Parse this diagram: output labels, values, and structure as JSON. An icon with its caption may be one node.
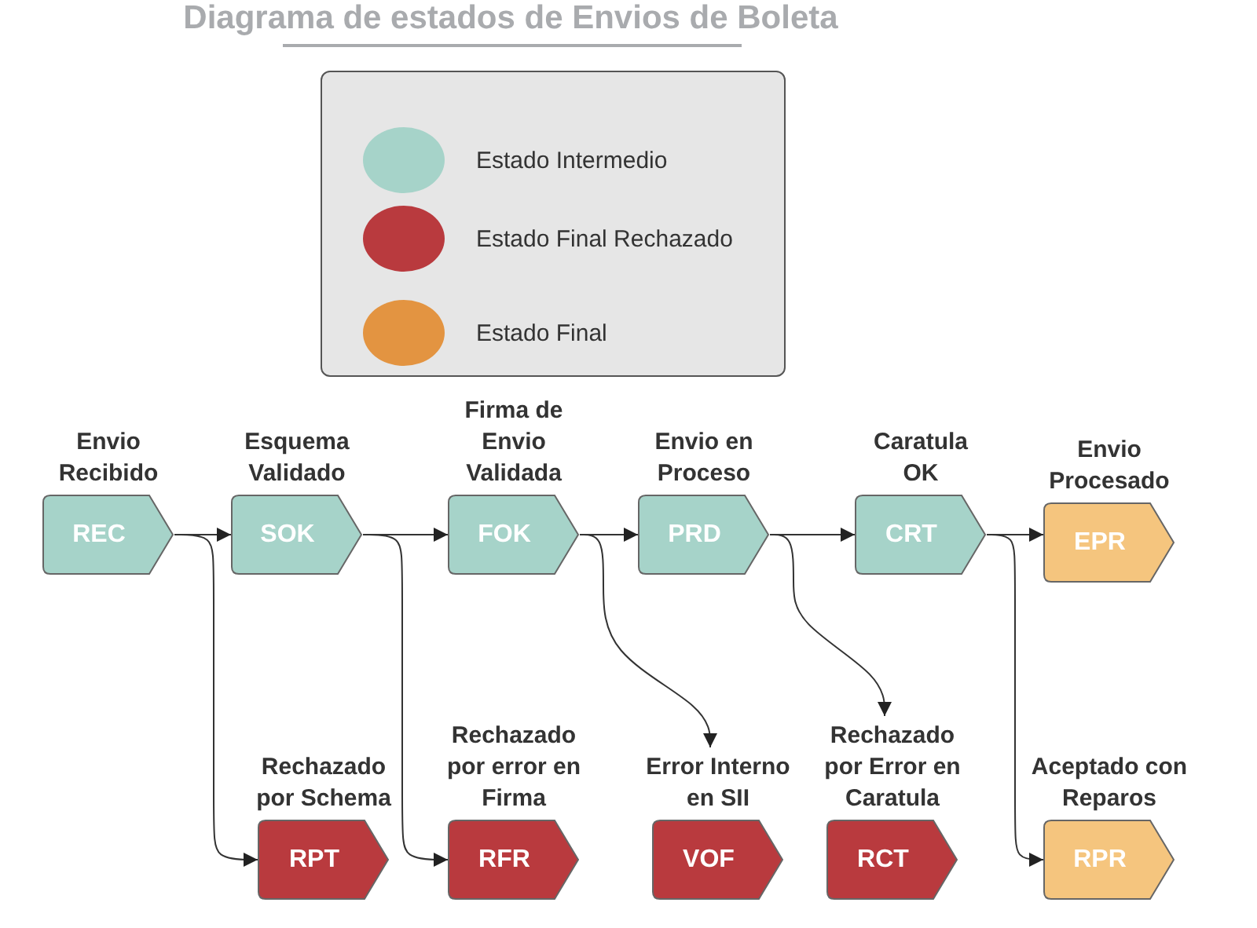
{
  "diagram": {
    "title": "Diagrama de estados de Envios de Boleta",
    "nodes": [
      {
        "text": [
          "Envio Recibido",
          "REC"
        ]
      },
      {
        "text": [
          "Esquema Validado",
          "SOK"
        ]
      },
      {
        "text": [
          "Firma de Envio Validada",
          "FOK"
        ]
      },
      {
        "text": [
          "Envio en Proceso",
          "PRD"
        ]
      },
      {
        "text": [
          "Caratula OK",
          "CRT"
        ]
      },
      {
        "text": [
          "Envio Procesado",
          "EPR"
        ]
      },
      {
        "text": [
          "Rechazado por Schema",
          "RPT"
        ]
      },
      {
        "text": [
          "Rechazado por error en Firma",
          "RFR"
        ]
      },
      {
        "text": [
          "Error Interno en SII",
          "VOF"
        ]
      },
      {
        "text": [
          "Rechazado por Error en Caratula",
          "RCT"
        ]
      },
      {
        "text": [
          "Aceptado con Reparos",
          "RPR"
        ]
      }
    ],
    "edges": [
      {
        "from": 0,
        "to": 1,
        "arrow": "to"
      },
      {
        "from": 1,
        "to": 2,
        "arrow": "to"
      },
      {
        "from": 2,
        "to": 3,
        "arrow": "to"
      },
      {
        "from": 3,
        "to": 4,
        "arrow": "to"
      },
      {
        "from": 4,
        "to": 5,
        "arrow": "to"
      },
      {
        "from": 0,
        "to": 6,
        "arrow": "to"
      },
      {
        "from": 1,
        "to": 7,
        "arrow": "to"
      },
      {
        "from": 2,
        "to": 8,
        "arrow": "to"
      },
      {
        "from": 3,
        "to": 9,
        "arrow": "to"
      },
      {
        "from": 4,
        "to": 10,
        "arrow": "to"
      }
    ],
    "legend": [
      {
        "text": "Estado Intermedio",
        "color": "#a6d3c9"
      },
      {
        "text": "Estado Final Rechazado",
        "color": "#b93a3e"
      },
      {
        "text": "Estado Final",
        "color": "#e39441"
      }
    ]
  }
}
